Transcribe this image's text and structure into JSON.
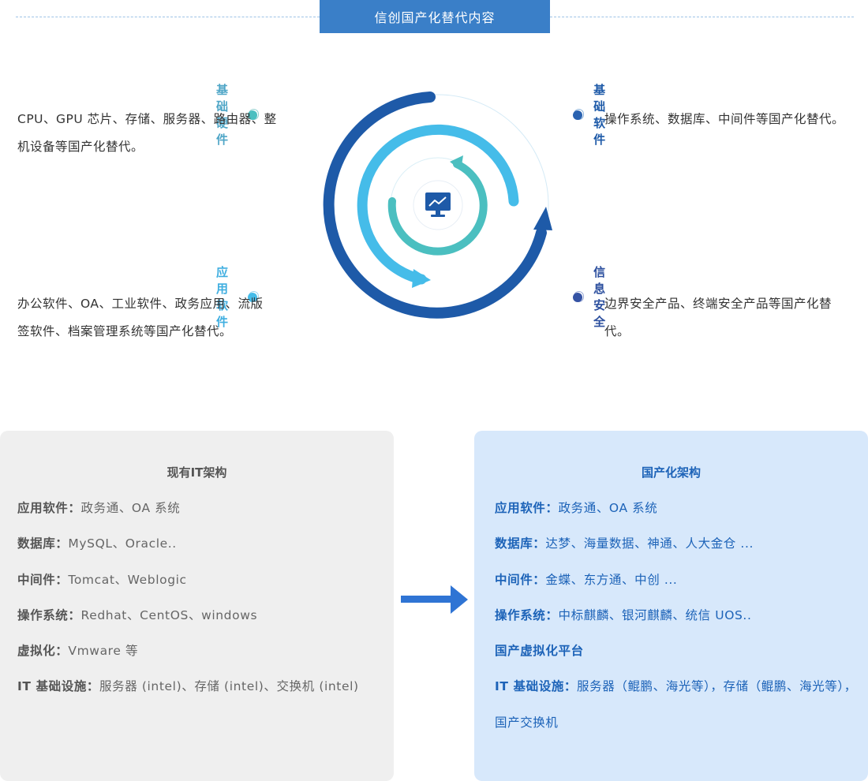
{
  "header": {
    "title": "信创国产化替代内容"
  },
  "quadrants": {
    "hardware": {
      "title": "基础硬件",
      "line1": "CPU、GPU 芯片、存储、服务器、路由器、整",
      "line2": "机设备等国产化替代。"
    },
    "software": {
      "title": "基础软件",
      "line1": "操作系统、数据库、中间件等国产化替代。"
    },
    "application": {
      "title": "应用软件",
      "line1": "办公软件、OA、工业软件、政务应用、流版",
      "line2": "签软件、档案管理系统等国产化替代。"
    },
    "security": {
      "title": "信息安全",
      "line1": "边界安全产品、终端安全产品等国产化替",
      "line2": "代。"
    }
  },
  "center_icon": "monitor-chart-icon",
  "colors": {
    "title_bg": "#3a7fc8",
    "dark_blue": "#1e5aa8",
    "light_blue": "#45bce9",
    "teal": "#4bbfc0",
    "right_panel_text": "#1d63b8"
  },
  "current_arch": {
    "title": "现有IT架构",
    "rows": [
      {
        "key": "应用软件：",
        "value": "政务通、OA 系统"
      },
      {
        "key": "数据库：",
        "value": "MySQL、Oracle.."
      },
      {
        "key": "中间件：",
        "value": "Tomcat、Weblogic"
      },
      {
        "key": "操作系统：",
        "value": "Redhat、CentOS、windows"
      },
      {
        "key": "虚拟化：",
        "value": "Vmware 等"
      },
      {
        "key": "IT 基础设施：",
        "value": "服务器 (intel)、存储 (intel)、交换机 (intel)"
      }
    ]
  },
  "domestic_arch": {
    "title": "国产化架构",
    "rows": [
      {
        "key": "应用软件：",
        "value": "政务通、OA 系统"
      },
      {
        "key": "数据库：",
        "value": "达梦、海量数据、神通、人大金仓 ..."
      },
      {
        "key": "中间件：",
        "value": "金蝶、东方通、中创 ..."
      },
      {
        "key": "操作系统：",
        "value": "中标麒麟、银河麒麟、统信 UOS.."
      },
      {
        "key": "国产虚拟化平台",
        "value": ""
      },
      {
        "key": "IT 基础设施：",
        "value": "服务器（鲲鹏、海光等），存储（鲲鹏、海光等），"
      },
      {
        "key": "",
        "value": "国产交换机"
      }
    ]
  }
}
